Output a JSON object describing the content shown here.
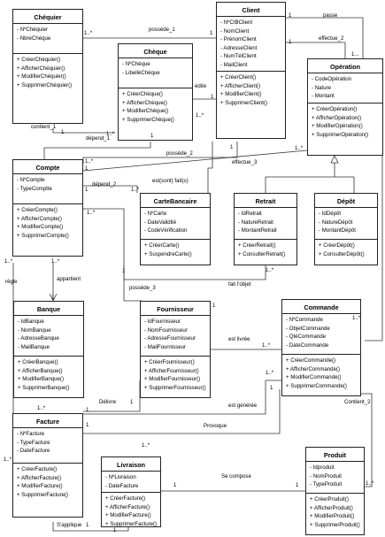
{
  "classes": {
    "chequier": {
      "name": "Chéquier",
      "attrs": [
        "- NºChéquier",
        "- NbreChèque"
      ],
      "ops": [
        "+ CréerChéquier()",
        "+ AfficherChéquier()",
        "+ ModifierChéquier()",
        "+ SupprimerChéquier()"
      ]
    },
    "client": {
      "name": "Client",
      "attrs": [
        "- NºCIBClient",
        "- NomClient",
        "- PrénomClient",
        "- AdresseClient",
        "- NumTélClient",
        "- MailClient"
      ],
      "ops": [
        "+ CréerClient()",
        "+ AfficherClient()",
        "+ ModifierClient()",
        "+ SupprimerClient()"
      ]
    },
    "cheque": {
      "name": "Chèque",
      "attrs": [
        "- NºChèque",
        "- LibelléChèque"
      ],
      "ops": [
        "+ CréerChèque()",
        "+ AfficherChèque()",
        "+ ModifierChèque()",
        "+ SupprimerChèque()"
      ]
    },
    "operation": {
      "name": "Opération",
      "attrs": [
        "- CodeOpération",
        "- Nature",
        "- Montant"
      ],
      "ops": [
        "+ CréerOpération()",
        "+ AfficherOpération()",
        "+ ModifierOpération()",
        "+ SupprimerOpération()"
      ]
    },
    "compte": {
      "name": "Compte",
      "attrs": [
        "- NºCompte",
        "- TypeComptte"
      ],
      "ops": [
        "+ CréerCompte()",
        "+ AfficherCompte()",
        "+ ModifierCompte()",
        "+ SupprimerCompte()"
      ]
    },
    "cartebancaire": {
      "name": "CarteBancaire",
      "attrs": [
        "- NºCarte",
        "- DateValidité",
        "- CodeVérification"
      ],
      "ops": [
        "+ CréerCarte()",
        "+ SuspendreCarte()"
      ]
    },
    "retrait": {
      "name": "Retrait",
      "attrs": [
        "- IdRetrait",
        "- NatureRetrait",
        "- MontantRetrait"
      ],
      "ops": [
        "+ CréerRetrait()",
        "+ ConsulterRetrait()"
      ]
    },
    "depot": {
      "name": "Dépôt",
      "attrs": [
        "- IdDépôt",
        "- NatureDépôt",
        "- MontantDépôt"
      ],
      "ops": [
        "+ CréerDépôt()",
        "+ ConsulterDépôt()"
      ]
    },
    "banque": {
      "name": "Banque",
      "attrs": [
        "- IdBanque",
        "- NomBanque",
        "- AdresseBanque",
        "- MailBanque"
      ],
      "ops": [
        "+ CréerBanque()",
        "+ AfficherBanque()",
        "+ ModifierBanque()",
        "+ SupprimerBanque()"
      ]
    },
    "fournisseur": {
      "name": "Fournisseur",
      "attrs": [
        "- IdFournisseur",
        "- NomFournisseur",
        "- AdresseFournisseur",
        "- MailFournisseur"
      ],
      "ops": [
        "+ CréerFournisseur()",
        "+ AfficherFournisseur()",
        "+ ModifierFournisseur()",
        "+ SupprimerFournisseur()"
      ]
    },
    "commande": {
      "name": "Commande",
      "attrs": [
        "- NºCommande",
        "- ObjetCommande",
        "- QtéCommande",
        "- DateCommande"
      ],
      "ops": [
        "+ CréerCommande()",
        "+ AfficherCommande()",
        "+ ModifierCommande()",
        "+ SupprimerCommande()"
      ]
    },
    "facture": {
      "name": "Facture",
      "attrs": [
        "- NºFacture",
        "- TypeFacture",
        "- DateFacture"
      ],
      "ops": [
        "+ CréerFacture()",
        "+ AfficherFacture()",
        "+ ModifierFacture()",
        "+ SupprimerFacture()"
      ]
    },
    "livraison": {
      "name": "Livraison",
      "attrs": [
        "- NºLivraison",
        "- DateFacture"
      ],
      "ops": [
        "+ CréerFacture()",
        "+ AfficherFacture()",
        "+ ModifierFacture()",
        "+ SupprimerFacture()"
      ]
    },
    "produit": {
      "name": "Produit",
      "attrs": [
        "- Idproduit",
        "- NomProduit",
        "- TypeProduit"
      ],
      "ops": [
        "+ CréerProduit()",
        "+ AfficherProduit()",
        "+ ModifierProduit()",
        "+ SupprimerProduit()"
      ]
    }
  },
  "associations": {
    "possede_1": "possède_1",
    "passe": "passe",
    "effectue_2": "effectue_2",
    "edite": "édite",
    "contient_1": "contient_1",
    "depend_1": "dépend_1",
    "possede_2": "possède_2",
    "est_sont_faits": "est(sont) fait(s)",
    "effectue_3": "effectue_3",
    "depend_2": "dépend_2",
    "appartient": "appartient",
    "regle": "règle",
    "possede_3": "possède_3",
    "fait_lobjet": "fait l'objet",
    "est_livree": "est livrée",
    "delivre": "Délivre",
    "est_generee": "est générée",
    "contient_2": "Contient_2",
    "provoque": "Provoque",
    "se_compose": "Se compose",
    "s_applique": "S'applique"
  },
  "multiplicities": {
    "one": "1",
    "many": "1..*",
    "many_short": "1..."
  }
}
